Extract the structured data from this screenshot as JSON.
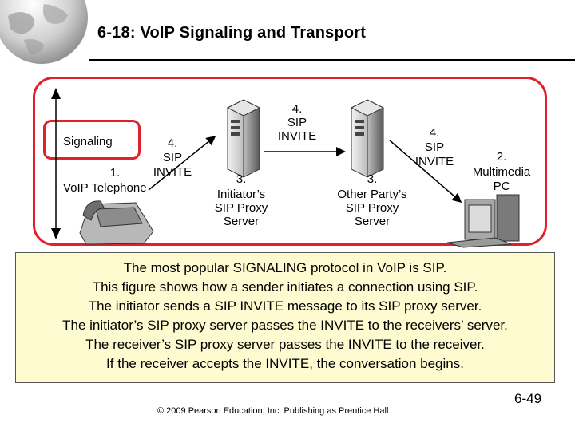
{
  "slide": {
    "title": "6-18: VoIP Signaling and Transport"
  },
  "diagram": {
    "signaling_tag": "Signaling",
    "step1_num": "1.",
    "step1_name": "VoIP Telephone",
    "step2_num": "2.",
    "step2_name_l1": "Multimedia",
    "step2_name_l2": "PC",
    "step3a_num": "3.",
    "step3a_l1": "Initiator’s",
    "step3a_l2": "SIP Proxy",
    "step3a_l3": "Server",
    "step3b_num": "3.",
    "step3b_l1": "Other Party’s",
    "step3b_l2": "SIP Proxy",
    "step3b_l3": "Server",
    "invite_left_num": "4.",
    "invite_left_l1": "SIP",
    "invite_left_l2": "INVITE",
    "invite_mid_num": "4.",
    "invite_mid_l1": "SIP",
    "invite_mid_l2": "INVITE",
    "invite_right_num": "4.",
    "invite_right_l1": "SIP",
    "invite_right_l2": "INVITE",
    "colors": {
      "frame": "#e0202a",
      "note_bg": "#fefbd0"
    }
  },
  "note": {
    "lines": [
      "The most popular SIGNALING protocol in VoIP is SIP.",
      "This figure shows how a sender initiates a connection using SIP.",
      "The initiator sends a SIP INVITE message to its SIP proxy server.",
      "The initiator’s SIP proxy server passes the INVITE to the receivers’ server.",
      "The receiver’s SIP proxy server passes the INVITE to the receiver.",
      "If the receiver accepts the INVITE, the conversation begins."
    ]
  },
  "footer": {
    "copyright": "© 2009 Pearson Education, Inc.  Publishing as Prentice Hall",
    "page": "6-49"
  }
}
